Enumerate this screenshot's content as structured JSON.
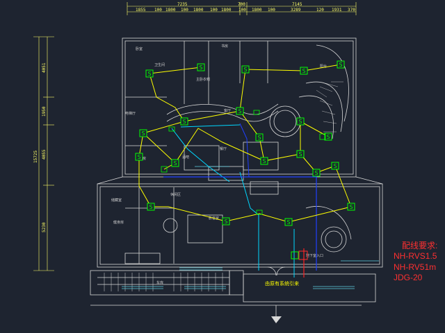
{
  "top_dimensions": {
    "totals": [
      "7235",
      "700",
      "7145"
    ],
    "segments": [
      "1855",
      "100",
      "1800",
      "100",
      "1800",
      "100",
      "1800",
      "100",
      "1800",
      "100",
      "3289",
      "120",
      "1931",
      "370"
    ]
  },
  "left_dimensions": {
    "total": "15725",
    "segments": [
      "4051",
      "1950",
      "4055",
      "5230"
    ]
  },
  "room_labels": [
    "卧室",
    "卫生间",
    "主卧衣帽",
    "客厅",
    "餐厅",
    "厨房",
    "书房",
    "酒吧",
    "休闲区",
    "影音室",
    "储藏室",
    "健身房",
    "阳台",
    "车库",
    "电梯厅",
    "地下室入口"
  ],
  "entrance_label": "由原有系统引来",
  "wiring_note": {
    "title": "配线要求:",
    "lines": [
      "NH-RVS1.5",
      "NH-RV51m",
      "JDG-20"
    ]
  },
  "device_symbol": "S",
  "colors": {
    "background": "#1e2430",
    "walls": "#d8d8d8",
    "wiring": "#ffff00",
    "devices": "#00ff00",
    "cyan_line": "#00d8ff",
    "blue_line": "#2040ff",
    "red": "#ff2020"
  }
}
